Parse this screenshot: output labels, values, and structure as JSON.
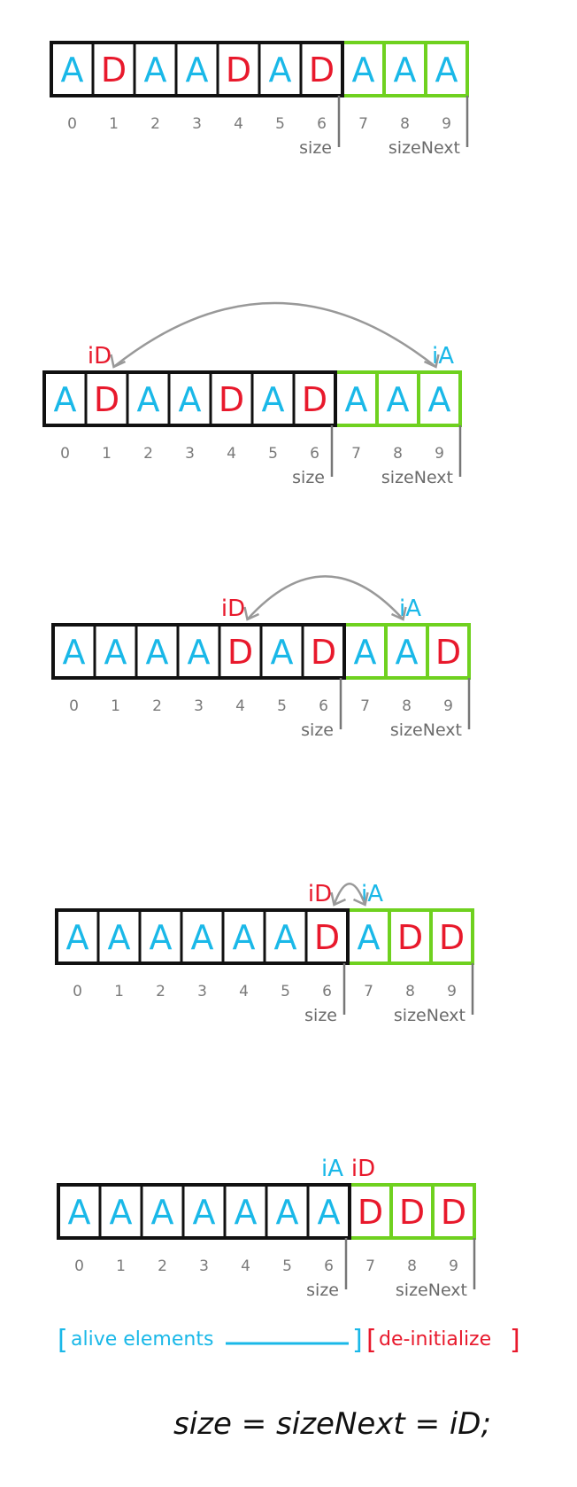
{
  "labels": {
    "size": "size",
    "sizeNext": "sizeNext",
    "iD": "iD",
    "iA": "iA"
  },
  "indices": [
    "0",
    "1",
    "2",
    "3",
    "4",
    "5",
    "6",
    "7",
    "8",
    "9"
  ],
  "rows": [
    {
      "cells": [
        "A",
        "D",
        "A",
        "A",
        "D",
        "A",
        "D",
        "A",
        "A",
        "A"
      ],
      "iD": null,
      "iA": null,
      "arrow": false
    },
    {
      "cells": [
        "A",
        "D",
        "A",
        "A",
        "D",
        "A",
        "D",
        "A",
        "A",
        "A"
      ],
      "iD": 1,
      "iA": 9,
      "arrow": true
    },
    {
      "cells": [
        "A",
        "A",
        "A",
        "A",
        "D",
        "A",
        "D",
        "A",
        "A",
        "D"
      ],
      "iD": 4,
      "iA": 8,
      "arrow": true
    },
    {
      "cells": [
        "A",
        "A",
        "A",
        "A",
        "A",
        "A",
        "D",
        "A",
        "D",
        "D"
      ],
      "iD": 6,
      "iA": 7,
      "arrow": true
    },
    {
      "cells": [
        "A",
        "A",
        "A",
        "A",
        "A",
        "A",
        "A",
        "D",
        "D",
        "D"
      ],
      "iD": 7,
      "iA": 6,
      "arrow": false
    }
  ],
  "legend": {
    "alive": "alive elements",
    "deinit": "de-initialize"
  },
  "formula": "size = sizeNext = iD;",
  "colors": {
    "alive": "#1ab8e8",
    "dead": "#e8192c",
    "next_region": "#6fd11f",
    "black": "#111111",
    "arrow": "#999999"
  }
}
